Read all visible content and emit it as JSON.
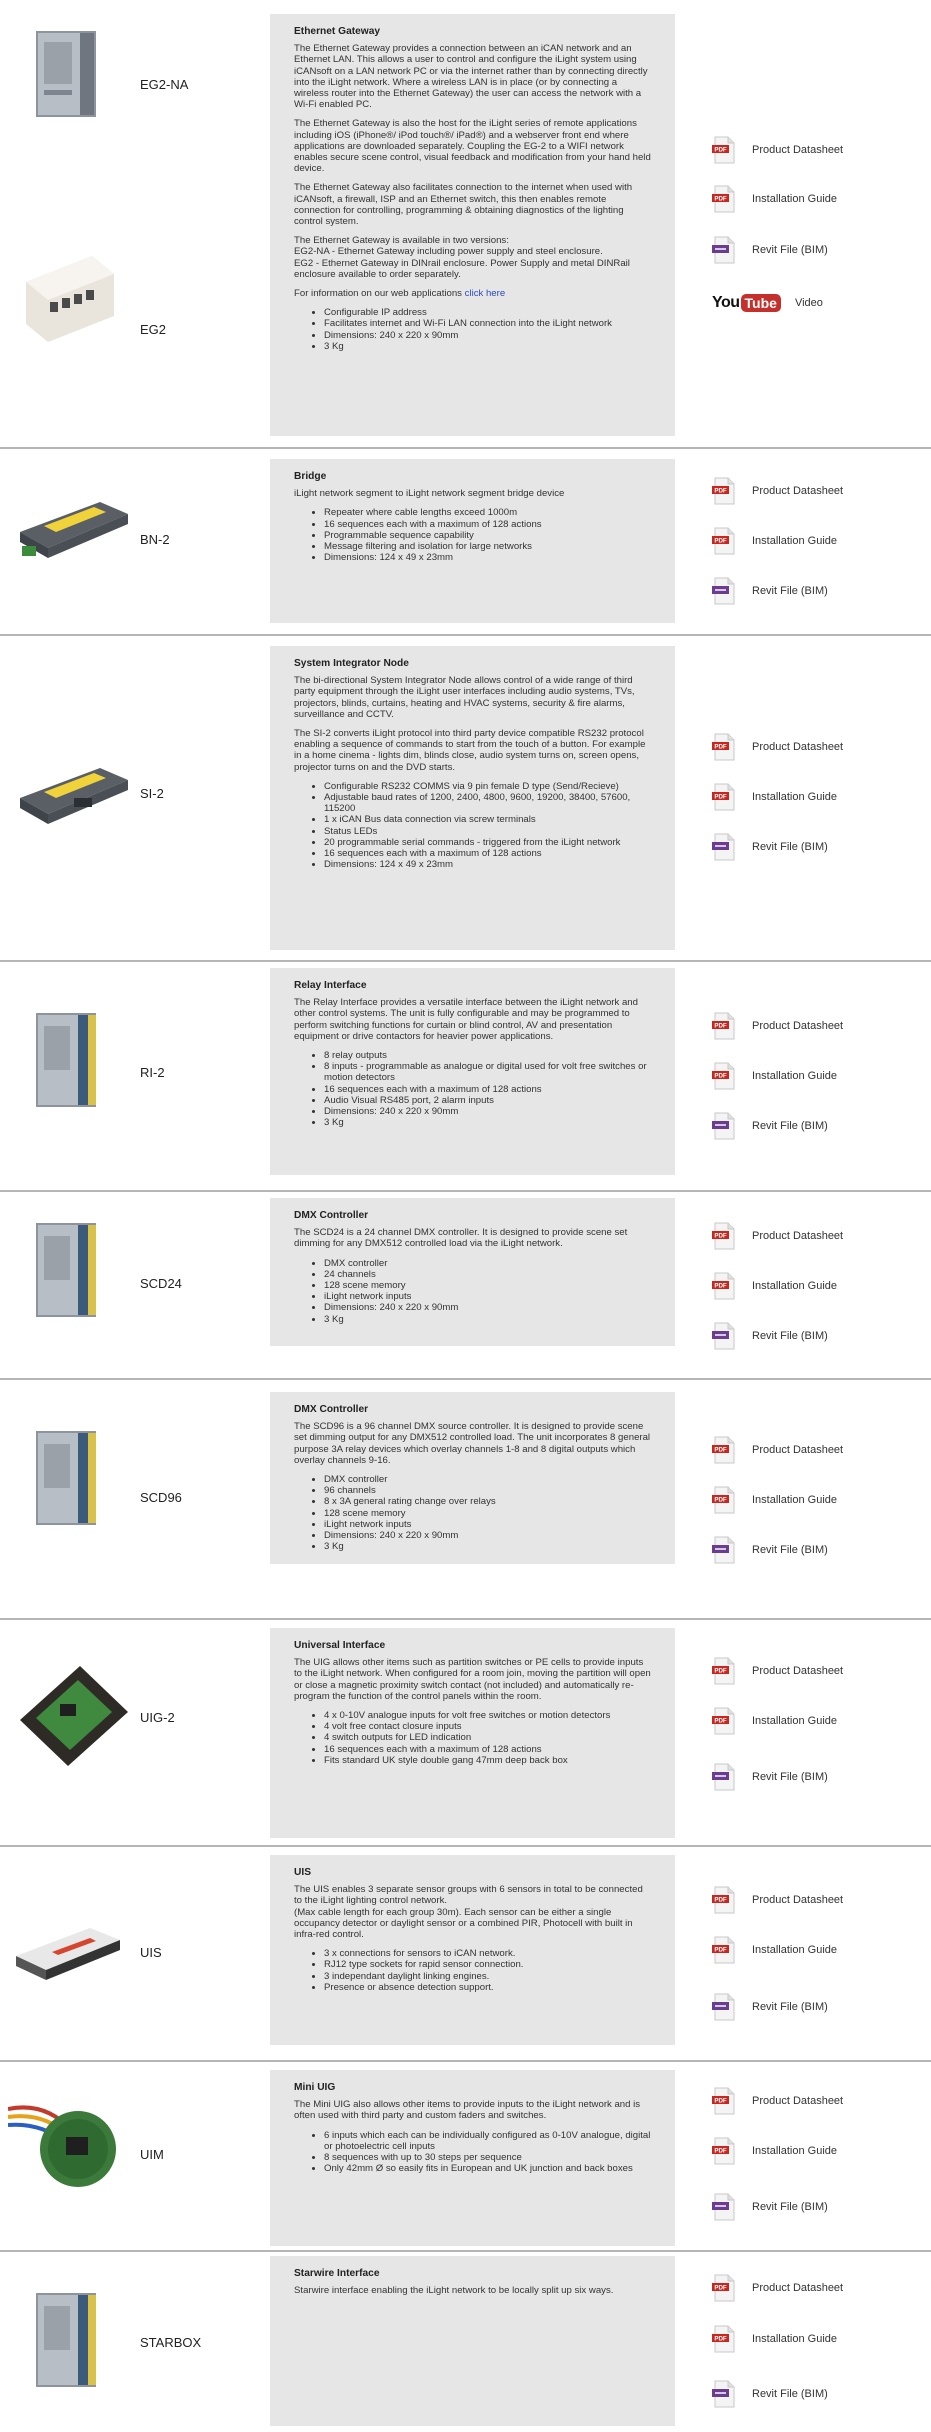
{
  "labels": {
    "datasheet": "Product Datasheet",
    "install": "Installation Guide",
    "revit": "Revit File (BIM)",
    "video": "Video"
  },
  "youtube": {
    "you": "You",
    "tube": "Tube"
  },
  "products": [
    {
      "names": [
        "EG2-NA",
        "EG2"
      ],
      "title": "Ethernet Gateway",
      "paragraphs": [
        "The Ethernet Gateway provides a connection between an iCAN network and an Ethernet LAN. This allows a user to control and configure the iLight system using iCANsoft on a LAN network PC or via the internet rather than by connecting directly into the iLight network. Where a wireless LAN is in place (or by connecting a wireless router into the Ethernet Gateway) the user can access the network with a Wi-Fi enabled PC.",
        "The Ethernet Gateway is also the host for the iLight series of remote applications including iOS (iPhone®/ iPod touch®/ iPad®) and a webserver front end where applications are downloaded separately. Coupling the EG-2 to a WIFI network enables secure scene control, visual feedback and modification from your hand held device.",
        "The Ethernet Gateway also facilitates connection to the internet when used with iCANsoft, a firewall, ISP and an Ethernet switch, this then enables remote connection for controlling, programming & obtaining diagnostics of the lighting control system.",
        "The Ethernet Gateway is available in two versions:\nEG2-NA - Ethernet Gateway including power supply and steel enclosure.\nEG2 - Ethernet Gateway in DINrail enclosure. Power Supply and metal DINRail enclosure available to order separately."
      ],
      "web_text": "For information on our web applications ",
      "web_link": "click here",
      "bullets": [
        "Configurable IP address",
        "Facilitates internet and Wi-Fi LAN connection into the iLight network",
        "Dimensions: 240 x 220 x 90mm",
        "3 Kg"
      ]
    },
    {
      "names": [
        "BN-2"
      ],
      "title": "Bridge",
      "paragraphs": [
        "iLight network segment to iLight network segment bridge device"
      ],
      "bullets": [
        "Repeater where cable lengths exceed 1000m",
        "16 sequences each with a maximum of 128 actions",
        "Programmable sequence capability",
        "Message filtering and isolation for large networks",
        "Dimensions: 124 x 49 x 23mm"
      ]
    },
    {
      "names": [
        "SI-2"
      ],
      "title": "System Integrator Node",
      "paragraphs": [
        "The bi-directional System Integrator Node allows control of a wide range of third party equipment through the iLight user interfaces including audio systems, TVs, projectors, blinds, curtains, heating and HVAC systems, security & fire alarms, surveillance and CCTV.",
        "The SI-2 converts iLight protocol into third party device compatible RS232 protocol enabling a sequence of commands to start from the touch of a button. For example in a home cinema - lights dim, blinds close, audio system turns on, screen opens, projector turns on and the DVD starts."
      ],
      "bullets": [
        "Configurable RS232 COMMS via 9 pin female D type (Send/Recieve)",
        "Adjustable baud rates of 1200, 2400, 4800, 9600, 19200, 38400, 57600, 115200",
        "1 x iCAN Bus data connection via screw terminals",
        "Status LEDs",
        "20 programmable serial commands - triggered from the iLight network",
        "16 sequences each with a maximum of 128 actions",
        "Dimensions: 124 x 49 x 23mm"
      ]
    },
    {
      "names": [
        "RI-2"
      ],
      "title": "Relay Interface",
      "paragraphs": [
        "The Relay Interface provides a versatile interface between the iLight network and other control systems. The unit is fully configurable and may be programmed to perform switching functions for curtain or blind control, AV and presentation equipment or drive contactors for heavier power applications."
      ],
      "bullets": [
        "8 relay outputs",
        "8 inputs - programmable as analogue or digital used for volt free switches or motion detectors",
        "16 sequences each with a maximum of 128 actions",
        "Audio Visual RS485 port, 2 alarm inputs",
        "Dimensions: 240 x 220 x 90mm",
        "3 Kg"
      ]
    },
    {
      "names": [
        "SCD24"
      ],
      "title": "DMX Controller",
      "paragraphs": [
        "The SCD24 is a 24 channel DMX controller. It is designed to provide scene set dimming for any DMX512 controlled load via the iLight network."
      ],
      "bullets": [
        "DMX controller",
        "24 channels",
        "128 scene memory",
        "iLight network inputs",
        "Dimensions: 240 x 220 x 90mm",
        "3 Kg"
      ]
    },
    {
      "names": [
        "SCD96"
      ],
      "title": "DMX Controller",
      "paragraphs": [
        "The SCD96 is a 96 channel DMX source controller. It is designed to provide scene set dimming output for any DMX512 controlled load. The unit incorporates 8 general purpose 3A relay devices which overlay channels 1-8 and 8 digital outputs which overlay channels 9-16."
      ],
      "bullets": [
        "DMX controller",
        "96 channels",
        "8 x 3A general rating change over relays",
        "128 scene memory",
        "iLight network inputs",
        "Dimensions: 240 x 220 x 90mm",
        "3 Kg"
      ]
    },
    {
      "names": [
        "UIG-2"
      ],
      "title": "Universal Interface",
      "paragraphs": [
        "The UIG allows other items such as partition switches or PE cells to provide inputs to the iLight network. When configured for a room join, moving the partition will open or close a magnetic proximity switch contact (not included) and automatically re-program the function of the control panels within the room."
      ],
      "bullets": [
        "4 x 0-10V analogue inputs for volt free switches or motion detectors",
        "4 volt free contact closure inputs",
        "4 switch outputs for LED indication",
        "16 sequences each with a maximum of 128 actions",
        "Fits standard UK style double gang 47mm deep back box"
      ]
    },
    {
      "names": [
        "UIS"
      ],
      "title": "UIS",
      "paragraphs": [
        "The UIS enables 3 separate sensor groups with 6 sensors in total to be connected to the iLight lighting control network.\n(Max cable length for each group 30m). Each sensor can be either a single occupancy detector or daylight sensor or a combined PIR, Photocell with built in infra-red control."
      ],
      "bullets": [
        "3 x connections for sensors to iCAN network.",
        "RJ12 type sockets for rapid sensor connection.",
        "3 independant daylight linking engines.",
        "Presence or absence detection support."
      ]
    },
    {
      "names": [
        "UIM"
      ],
      "title": "Mini UIG",
      "paragraphs": [
        "The Mini UIG also allows other items to provide inputs to the iLight network and is often used with third party and custom faders and switches."
      ],
      "bullets": [
        "6 inputs which each can be individually configured as 0-10V analogue, digital or photoelectric cell inputs",
        "8 sequences with up to 30 steps per sequence",
        "Only 42mm Ø so easily fits in European and UK junction and back boxes"
      ]
    },
    {
      "names": [
        "STARBOX"
      ],
      "title": "Starwire Interface",
      "paragraphs": [
        "Starwire interface enabling the iLight network to be locally split up six ways."
      ],
      "bullets": []
    }
  ]
}
